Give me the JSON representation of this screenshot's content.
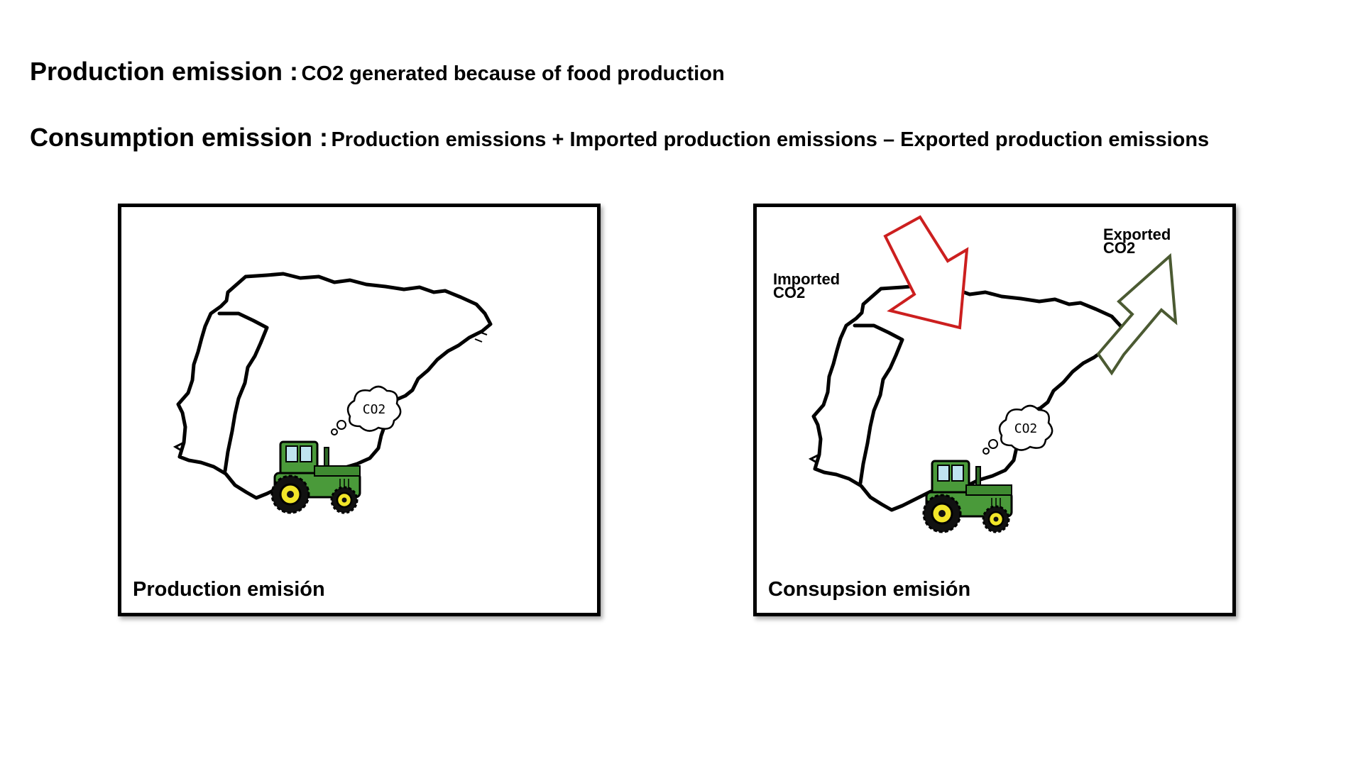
{
  "definitions": {
    "production": {
      "term": "Production emission :",
      "description": "CO2 generated because of food production"
    },
    "consumption": {
      "term": "Consumption emission :",
      "description": "Production emissions + Imported production emissions – Exported production emissions"
    }
  },
  "panels": {
    "production": {
      "caption": "Production emisión",
      "bubble_text": "CO2"
    },
    "consumption": {
      "caption": "Consupsion emisión",
      "bubble_text": "CO2",
      "imported_label": [
        "Imported",
        "CO2"
      ],
      "exported_label": [
        "Exported",
        "CO2"
      ]
    }
  },
  "colors": {
    "imported_arrow": "#cc1f1f",
    "exported_arrow": "#4b5a32",
    "tractor_body": "#4a9a3a",
    "tractor_wheel_hub": "#f2e629"
  }
}
